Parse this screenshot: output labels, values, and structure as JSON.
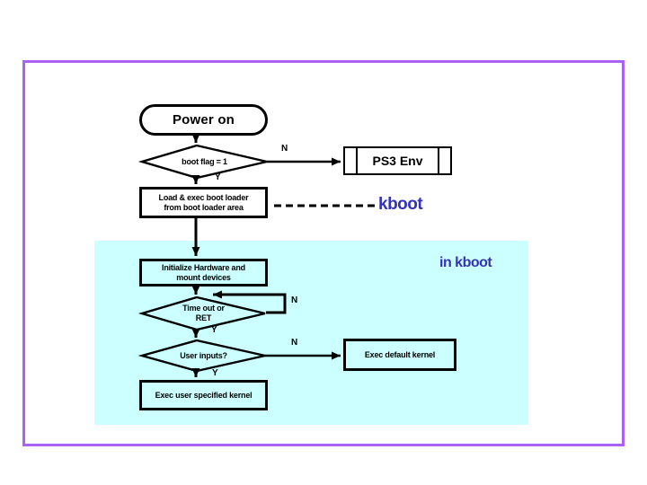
{
  "colors": {
    "frame_border": "#a862f5",
    "region_bg": "#ccffff",
    "accent_blue": "#3333b3",
    "stroke": "#000000"
  },
  "flowchart": {
    "start_label": "Power on",
    "boot_flag_decision": "boot flag = 1",
    "ps3_env": "PS3 Env",
    "load_loader_line1": "Load & exec boot loader",
    "load_loader_line2": "from boot loader area",
    "kboot_label": "kboot",
    "in_kboot_label": "in kboot",
    "init_hw_line1": "Initialize Hardware and",
    "init_hw_line2": "mount devices",
    "timeout_line1": "Time out or",
    "timeout_line2": "RET",
    "user_inputs_decision": "User inputs?",
    "exec_default_kernel": "Exec default kernel",
    "exec_user_kernel": "Exec user specified kernel",
    "yes_label": "Y",
    "no_label": "N"
  }
}
